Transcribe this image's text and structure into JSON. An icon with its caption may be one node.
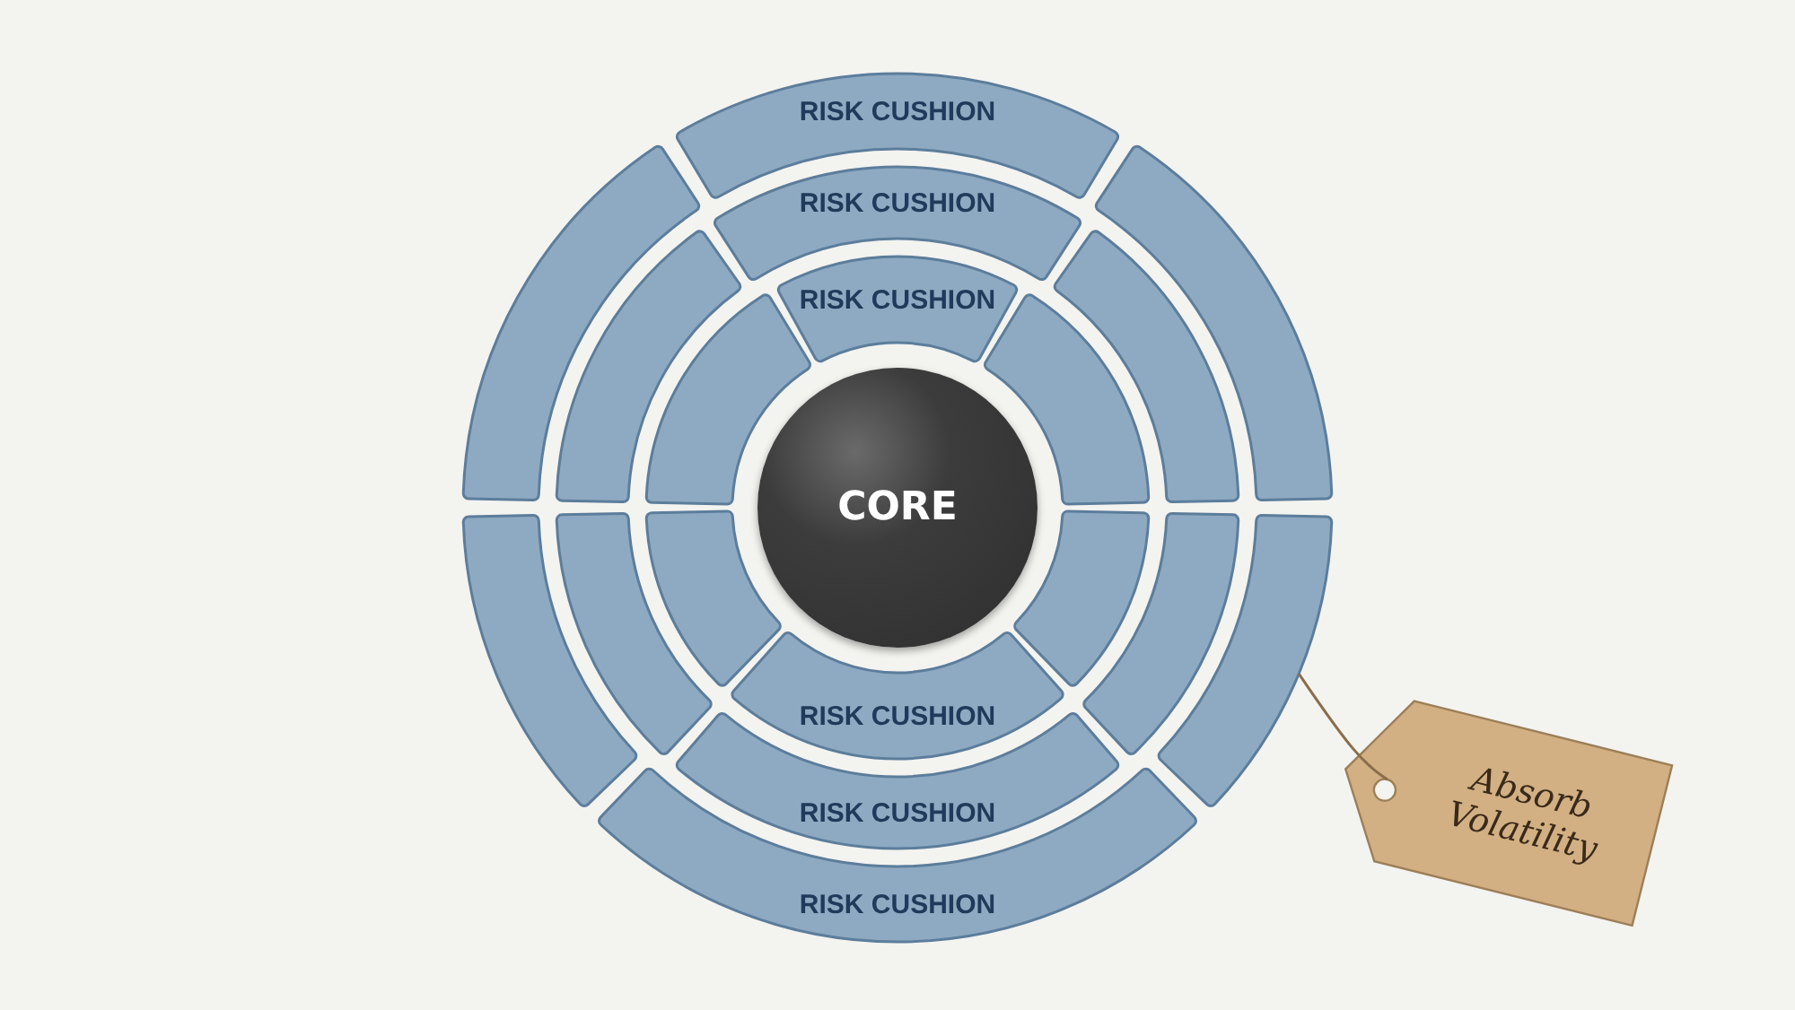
{
  "diagram": {
    "nodes": [
      {
        "text": [
          "RISK CUSHION"
        ]
      },
      {
        "text": [
          "RISK CUSHION"
        ]
      },
      {
        "text": [
          "RISK CUSHION"
        ]
      },
      {
        "text": [
          "CORE"
        ]
      },
      {
        "text": [
          "RISK CUSHION"
        ]
      },
      {
        "text": [
          "RISK CUSHION"
        ]
      },
      {
        "text": [
          "RISK CUSHION"
        ]
      },
      {
        "text": [
          "Absorb Volatility"
        ]
      },
      {
        "text": [],
        "shape": "arc"
      },
      {
        "text": [],
        "shape": "arc"
      },
      {
        "text": [],
        "shape": "arc"
      },
      {
        "text": [],
        "shape": "arc"
      },
      {
        "text": [],
        "shape": "arc"
      },
      {
        "text": [],
        "shape": "arc"
      },
      {
        "text": [],
        "shape": "arc"
      },
      {
        "text": [],
        "shape": "arc"
      },
      {
        "text": [],
        "shape": "arc"
      },
      {
        "text": [],
        "shape": "arc"
      },
      {
        "text": [],
        "shape": "arc"
      },
      {
        "text": [],
        "shape": "arc"
      }
    ],
    "edges": [
      {
        "from": 7,
        "to": 19,
        "arrow": "none"
      }
    ]
  }
}
